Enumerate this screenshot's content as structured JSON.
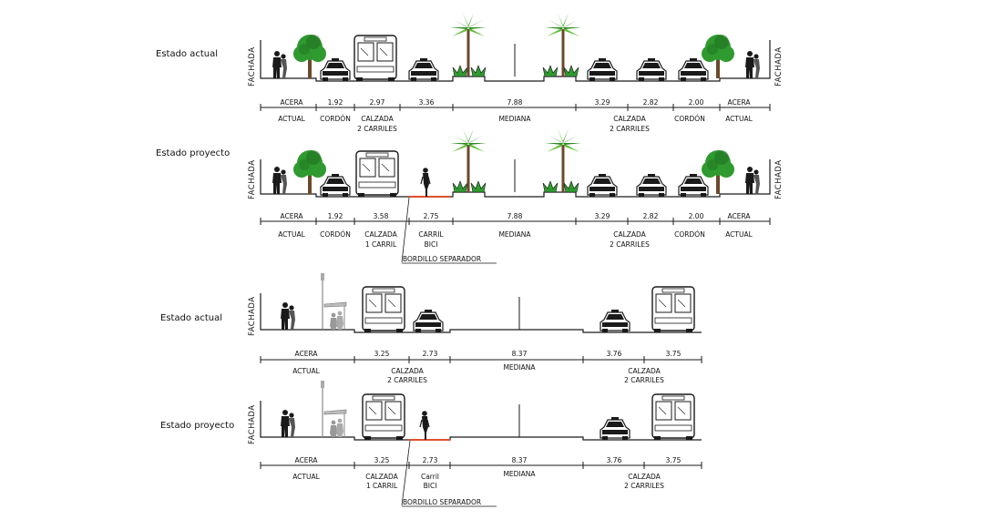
{
  "colors": {
    "line": "#1a1a1a",
    "tree": "#2f9a2f",
    "tree_dark": "#1f6e1f",
    "trunk": "#6b4a2b",
    "palm": "#5fbf3a",
    "palm_dark": "#2e8b22",
    "separator": "#e0502a"
  },
  "label_fachada": "FACHADA",
  "label_bordillo": "BORDILLO SEPARADOR",
  "sections": [
    {
      "state": "Estado actual",
      "dims": [
        "ACERA",
        "1.92",
        "2.97",
        "3.36",
        "7.88",
        "3.29",
        "2.82",
        "2.00",
        "ACERA"
      ],
      "labels": [
        {
          "l1": "ACTUAL",
          "l2": ""
        },
        {
          "l1": "CORDÓN",
          "l2": ""
        },
        {
          "l1": "CALZADA",
          "l2": "2 CARRILES"
        },
        {
          "l1": "MEDIANA",
          "l2": ""
        },
        {
          "l1": "CALZADA",
          "l2": "2 CARRILES"
        },
        {
          "l1": "CORDÓN",
          "l2": ""
        },
        {
          "l1": "ACTUAL",
          "l2": ""
        }
      ]
    },
    {
      "state": "Estado proyecto",
      "dims": [
        "ACERA",
        "1.92",
        "3.58",
        "2.75",
        "7.88",
        "3.29",
        "2.82",
        "2.00",
        "ACERA"
      ],
      "labels": [
        {
          "l1": "ACTUAL",
          "l2": ""
        },
        {
          "l1": "CORDÓN",
          "l2": ""
        },
        {
          "l1": "CALZADA",
          "l2": "1 CARRIL"
        },
        {
          "l1": "CARRIL",
          "l2": "BICI"
        },
        {
          "l1": "MEDIANA",
          "l2": ""
        },
        {
          "l1": "CALZADA",
          "l2": "2 CARRILES"
        },
        {
          "l1": "CORDÓN",
          "l2": ""
        },
        {
          "l1": "ACTUAL",
          "l2": ""
        }
      ]
    },
    {
      "state": "Estado actual",
      "dims": [
        "ACERA",
        "3.25",
        "2.73",
        "8.37",
        "3.76",
        "3.75"
      ],
      "labels": [
        {
          "l1": "ACTUAL",
          "l2": ""
        },
        {
          "l1": "CALZADA",
          "l2": "2 CARRILES"
        },
        {
          "l1": "MEDIANA",
          "l2": ""
        },
        {
          "l1": "CALZADA",
          "l2": "2 CARRILES"
        }
      ]
    },
    {
      "state": "Estado proyecto",
      "dims": [
        "ACERA",
        "3.25",
        "2.73",
        "8.37",
        "3.76",
        "3.75"
      ],
      "labels": [
        {
          "l1": "ACTUAL",
          "l2": ""
        },
        {
          "l1": "CALZADA",
          "l2": "1 CARRIL"
        },
        {
          "l1": "Carril",
          "l2": "BICI"
        },
        {
          "l1": "MEDIANA",
          "l2": ""
        },
        {
          "l1": "CALZADA",
          "l2": "2 CARRILES"
        }
      ]
    }
  ]
}
